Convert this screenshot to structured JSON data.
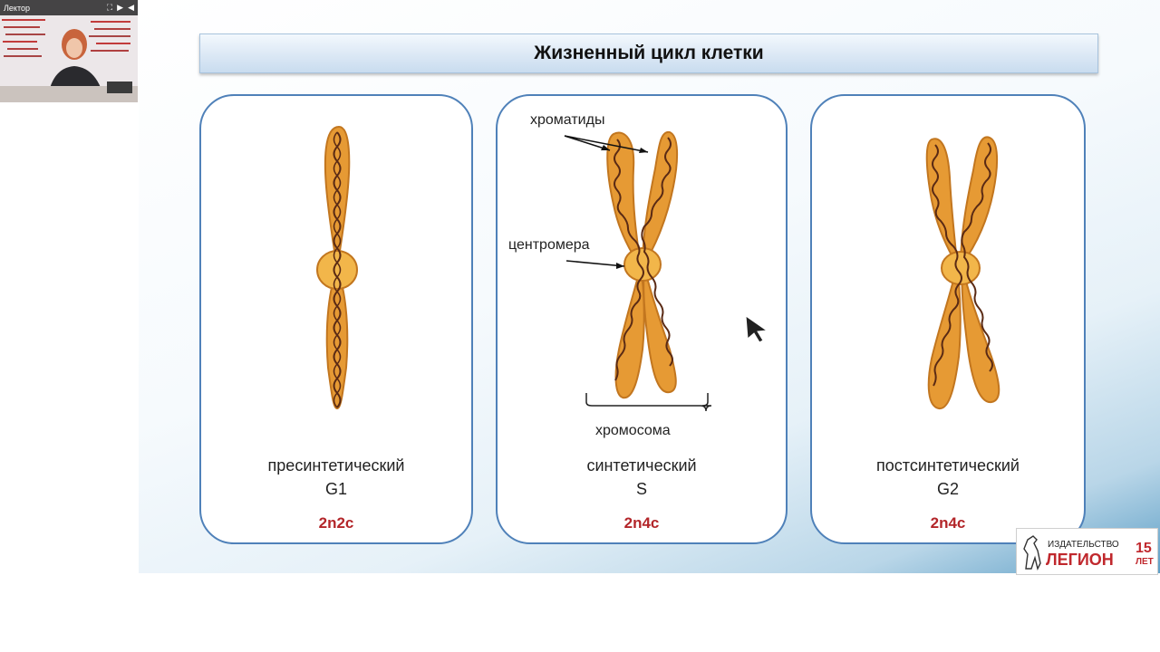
{
  "video": {
    "label": "Лектор",
    "controls": [
      "⛶",
      "▶",
      "◀"
    ]
  },
  "slide": {
    "title": "Жизненный цикл клетки",
    "cards": [
      {
        "name": "presynthetic",
        "caption": "пресинтетический",
        "phase": "G1",
        "formula": "2n2c"
      },
      {
        "name": "synthetic",
        "caption": "синтетический",
        "phase": "S",
        "formula": "2n4c"
      },
      {
        "name": "postsynthetic",
        "caption": "постсинтетический",
        "phase": "G2",
        "formula": "2n4c"
      }
    ],
    "annotations": {
      "chromatids": "хроматиды",
      "centromere": "центромера",
      "chromosome": "хромосома"
    }
  },
  "logo": {
    "publisher": "ИЗДАТЕЛЬСТВО",
    "name": "ЛЕГИОН",
    "years": "15",
    "years_unit": "ЛЕТ"
  },
  "colors": {
    "chromosome_fill": "#e69a34",
    "chromosome_stroke": "#c2761f",
    "centromere_fill": "#f2b64a",
    "dna": "#5a2a14",
    "card_border": "#4f81b9",
    "formula": "#b3262a"
  },
  "icons": [
    "fullscreen-icon",
    "video-icon",
    "volume-icon",
    "pointer-cursor-icon",
    "horse-logo-icon"
  ]
}
